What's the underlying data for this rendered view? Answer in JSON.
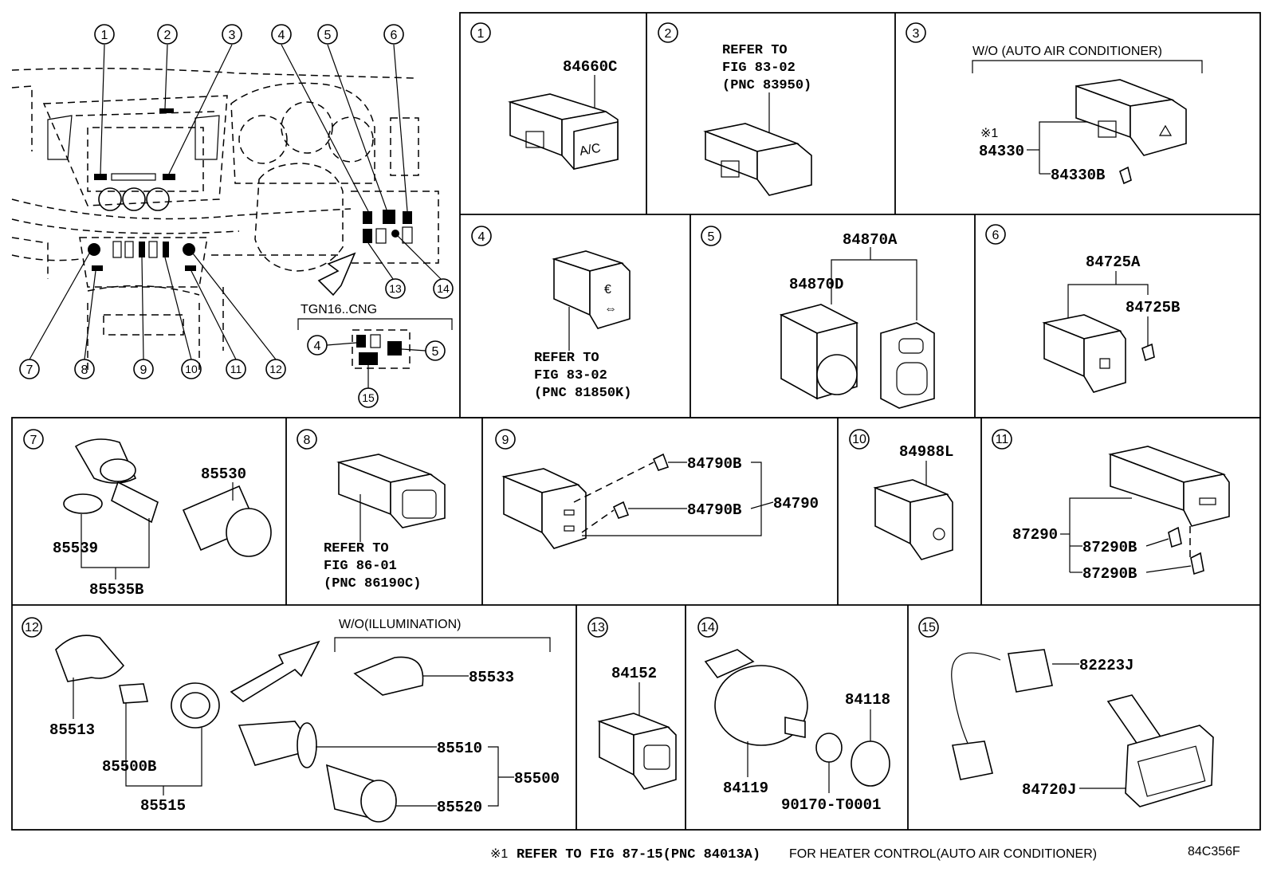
{
  "overview": {
    "callouts": [
      "1",
      "2",
      "3",
      "4",
      "5",
      "6",
      "7",
      "8",
      "9",
      "10",
      "11",
      "12",
      "13",
      "14"
    ],
    "variant_label": "TGN16..CNG",
    "variant_callouts": [
      "4",
      "5",
      "15"
    ]
  },
  "panels": [
    {
      "id": "1",
      "parts": [
        "84660C"
      ],
      "switch_label": "A/C"
    },
    {
      "id": "2",
      "refer": [
        "REFER TO",
        "FIG 83-02",
        "(PNC 83950)"
      ]
    },
    {
      "id": "3",
      "header": "W/O (AUTO AIR CONDITIONER)",
      "note_mark": "※1",
      "parts": [
        "84330",
        "84330B"
      ]
    },
    {
      "id": "4",
      "refer": [
        "REFER TO",
        "FIG 83-02",
        "(PNC 81850K)"
      ]
    },
    {
      "id": "5",
      "parts": [
        "84870A",
        "84870D"
      ]
    },
    {
      "id": "6",
      "parts": [
        "84725A",
        "84725B"
      ]
    },
    {
      "id": "7",
      "parts": [
        "85530",
        "85539",
        "85535B"
      ]
    },
    {
      "id": "8",
      "refer": [
        "REFER TO",
        "FIG 86-01",
        "(PNC 86190C)"
      ]
    },
    {
      "id": "9",
      "parts": [
        "84790B",
        "84790B",
        "84790"
      ]
    },
    {
      "id": "10",
      "parts": [
        "84988L"
      ]
    },
    {
      "id": "11",
      "parts": [
        "87290",
        "87290B",
        "87290B"
      ]
    },
    {
      "id": "12",
      "header": "W/O(ILLUMINATION)",
      "parts": [
        "85513",
        "85500B",
        "85515",
        "85533",
        "85510",
        "85520",
        "85500"
      ]
    },
    {
      "id": "13",
      "parts": [
        "84152"
      ]
    },
    {
      "id": "14",
      "parts": [
        "84118",
        "84119",
        "90170-T0001"
      ]
    },
    {
      "id": "15",
      "parts": [
        "82223J",
        "84720J"
      ]
    }
  ],
  "footer": {
    "mark": "※1",
    "refer": "REFER TO FIG 87-15(PNC 84013A)",
    "text": "FOR HEATER CONTROL(AUTO AIR CONDITIONER)",
    "figure_code": "84C356F"
  }
}
